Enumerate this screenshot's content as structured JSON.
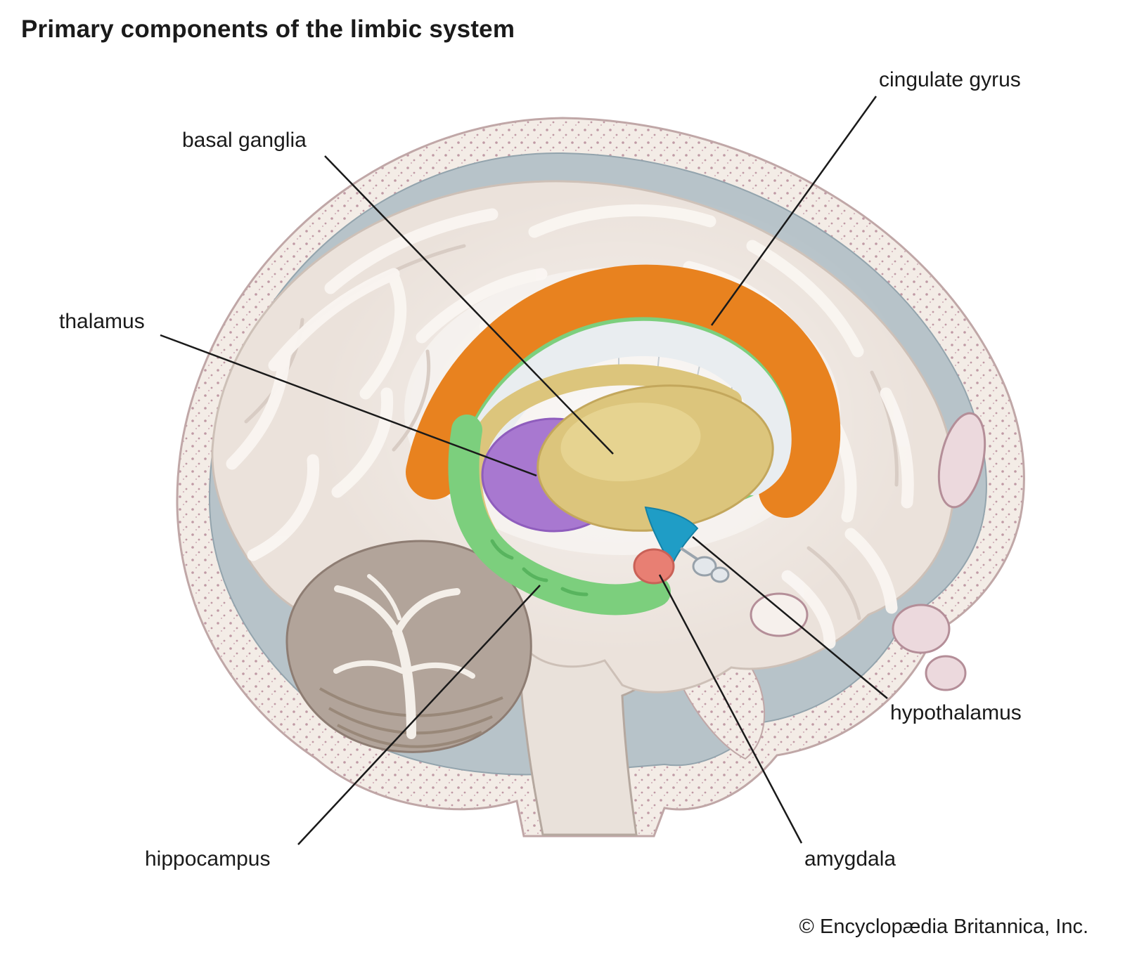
{
  "title": "Primary components of the limbic system",
  "copyright": "© Encyclopædia Britannica, Inc.",
  "labels": {
    "cingulate_gyrus": "cingulate gyrus",
    "basal_ganglia": "basal ganglia",
    "thalamus": "thalamus",
    "hippocampus": "hippocampus",
    "hypothalamus": "hypothalamus",
    "amygdala": "amygdala"
  },
  "colors": {
    "cingulate_gyrus": "#e8821f",
    "fornix_hippocampus": "#7ccf7d",
    "basal_ganglia": "#dcc57c",
    "thalamus": "#a878d0",
    "hypothalamus": "#1f9dc6",
    "amygdala": "#e87f73"
  }
}
